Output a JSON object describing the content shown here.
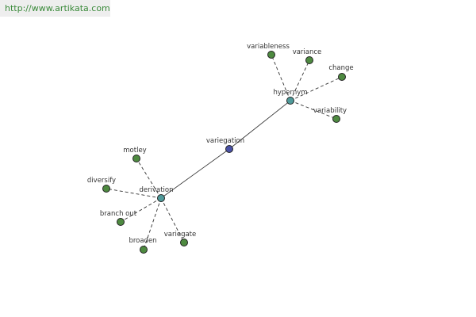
{
  "header": {
    "url": "http://www.artikata.com"
  },
  "colors": {
    "center": "#4a52a6",
    "hub": "#4f9a9a",
    "leaf": "#4e8a40"
  },
  "graph": {
    "center": {
      "id": "variegation",
      "label": "variegation"
    },
    "hubs": [
      {
        "id": "hypernym",
        "label": "hypernym",
        "leaves": [
          "variableness",
          "variance",
          "change",
          "variability"
        ]
      },
      {
        "id": "derivation",
        "label": "derivation",
        "leaves": [
          "motley",
          "diversify",
          "branch out",
          "broaden",
          "variegate"
        ]
      }
    ]
  }
}
